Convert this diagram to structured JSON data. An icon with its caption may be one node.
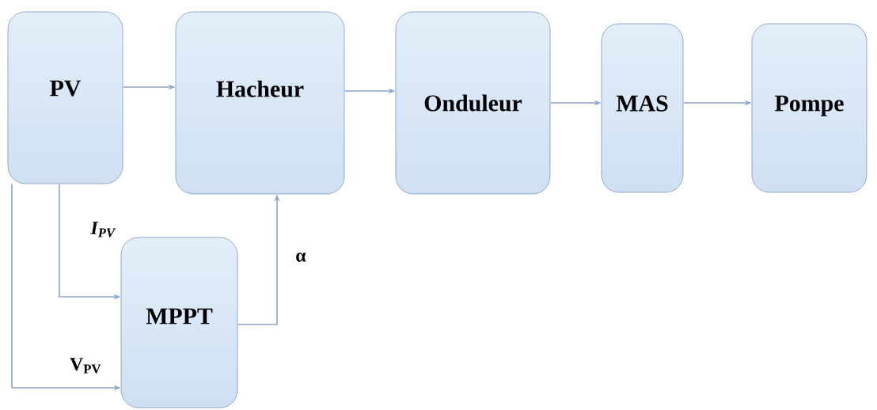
{
  "diagram": {
    "nodes": [
      {
        "text": [
          "PV"
        ]
      },
      {
        "text": [
          "Hacheur"
        ]
      },
      {
        "text": [
          "Onduleur"
        ]
      },
      {
        "text": [
          "MAS"
        ]
      },
      {
        "text": [
          "Pompe"
        ]
      },
      {
        "text": [
          "MPPT"
        ]
      }
    ],
    "edges": [
      {
        "from": 0,
        "to": 1,
        "arrow": "to"
      },
      {
        "from": 1,
        "to": 2,
        "arrow": "to"
      },
      {
        "from": 2,
        "to": 3,
        "arrow": "to"
      },
      {
        "from": 3,
        "to": 4,
        "arrow": "to"
      },
      {
        "from": 0,
        "to": 5,
        "arrow": "to",
        "label": "I$_{PV}$"
      },
      {
        "from": 0,
        "to": 5,
        "arrow": "to",
        "label": "V$_{PV}$"
      },
      {
        "from": 5,
        "to": 1,
        "arrow": "to",
        "label": "α"
      }
    ]
  }
}
